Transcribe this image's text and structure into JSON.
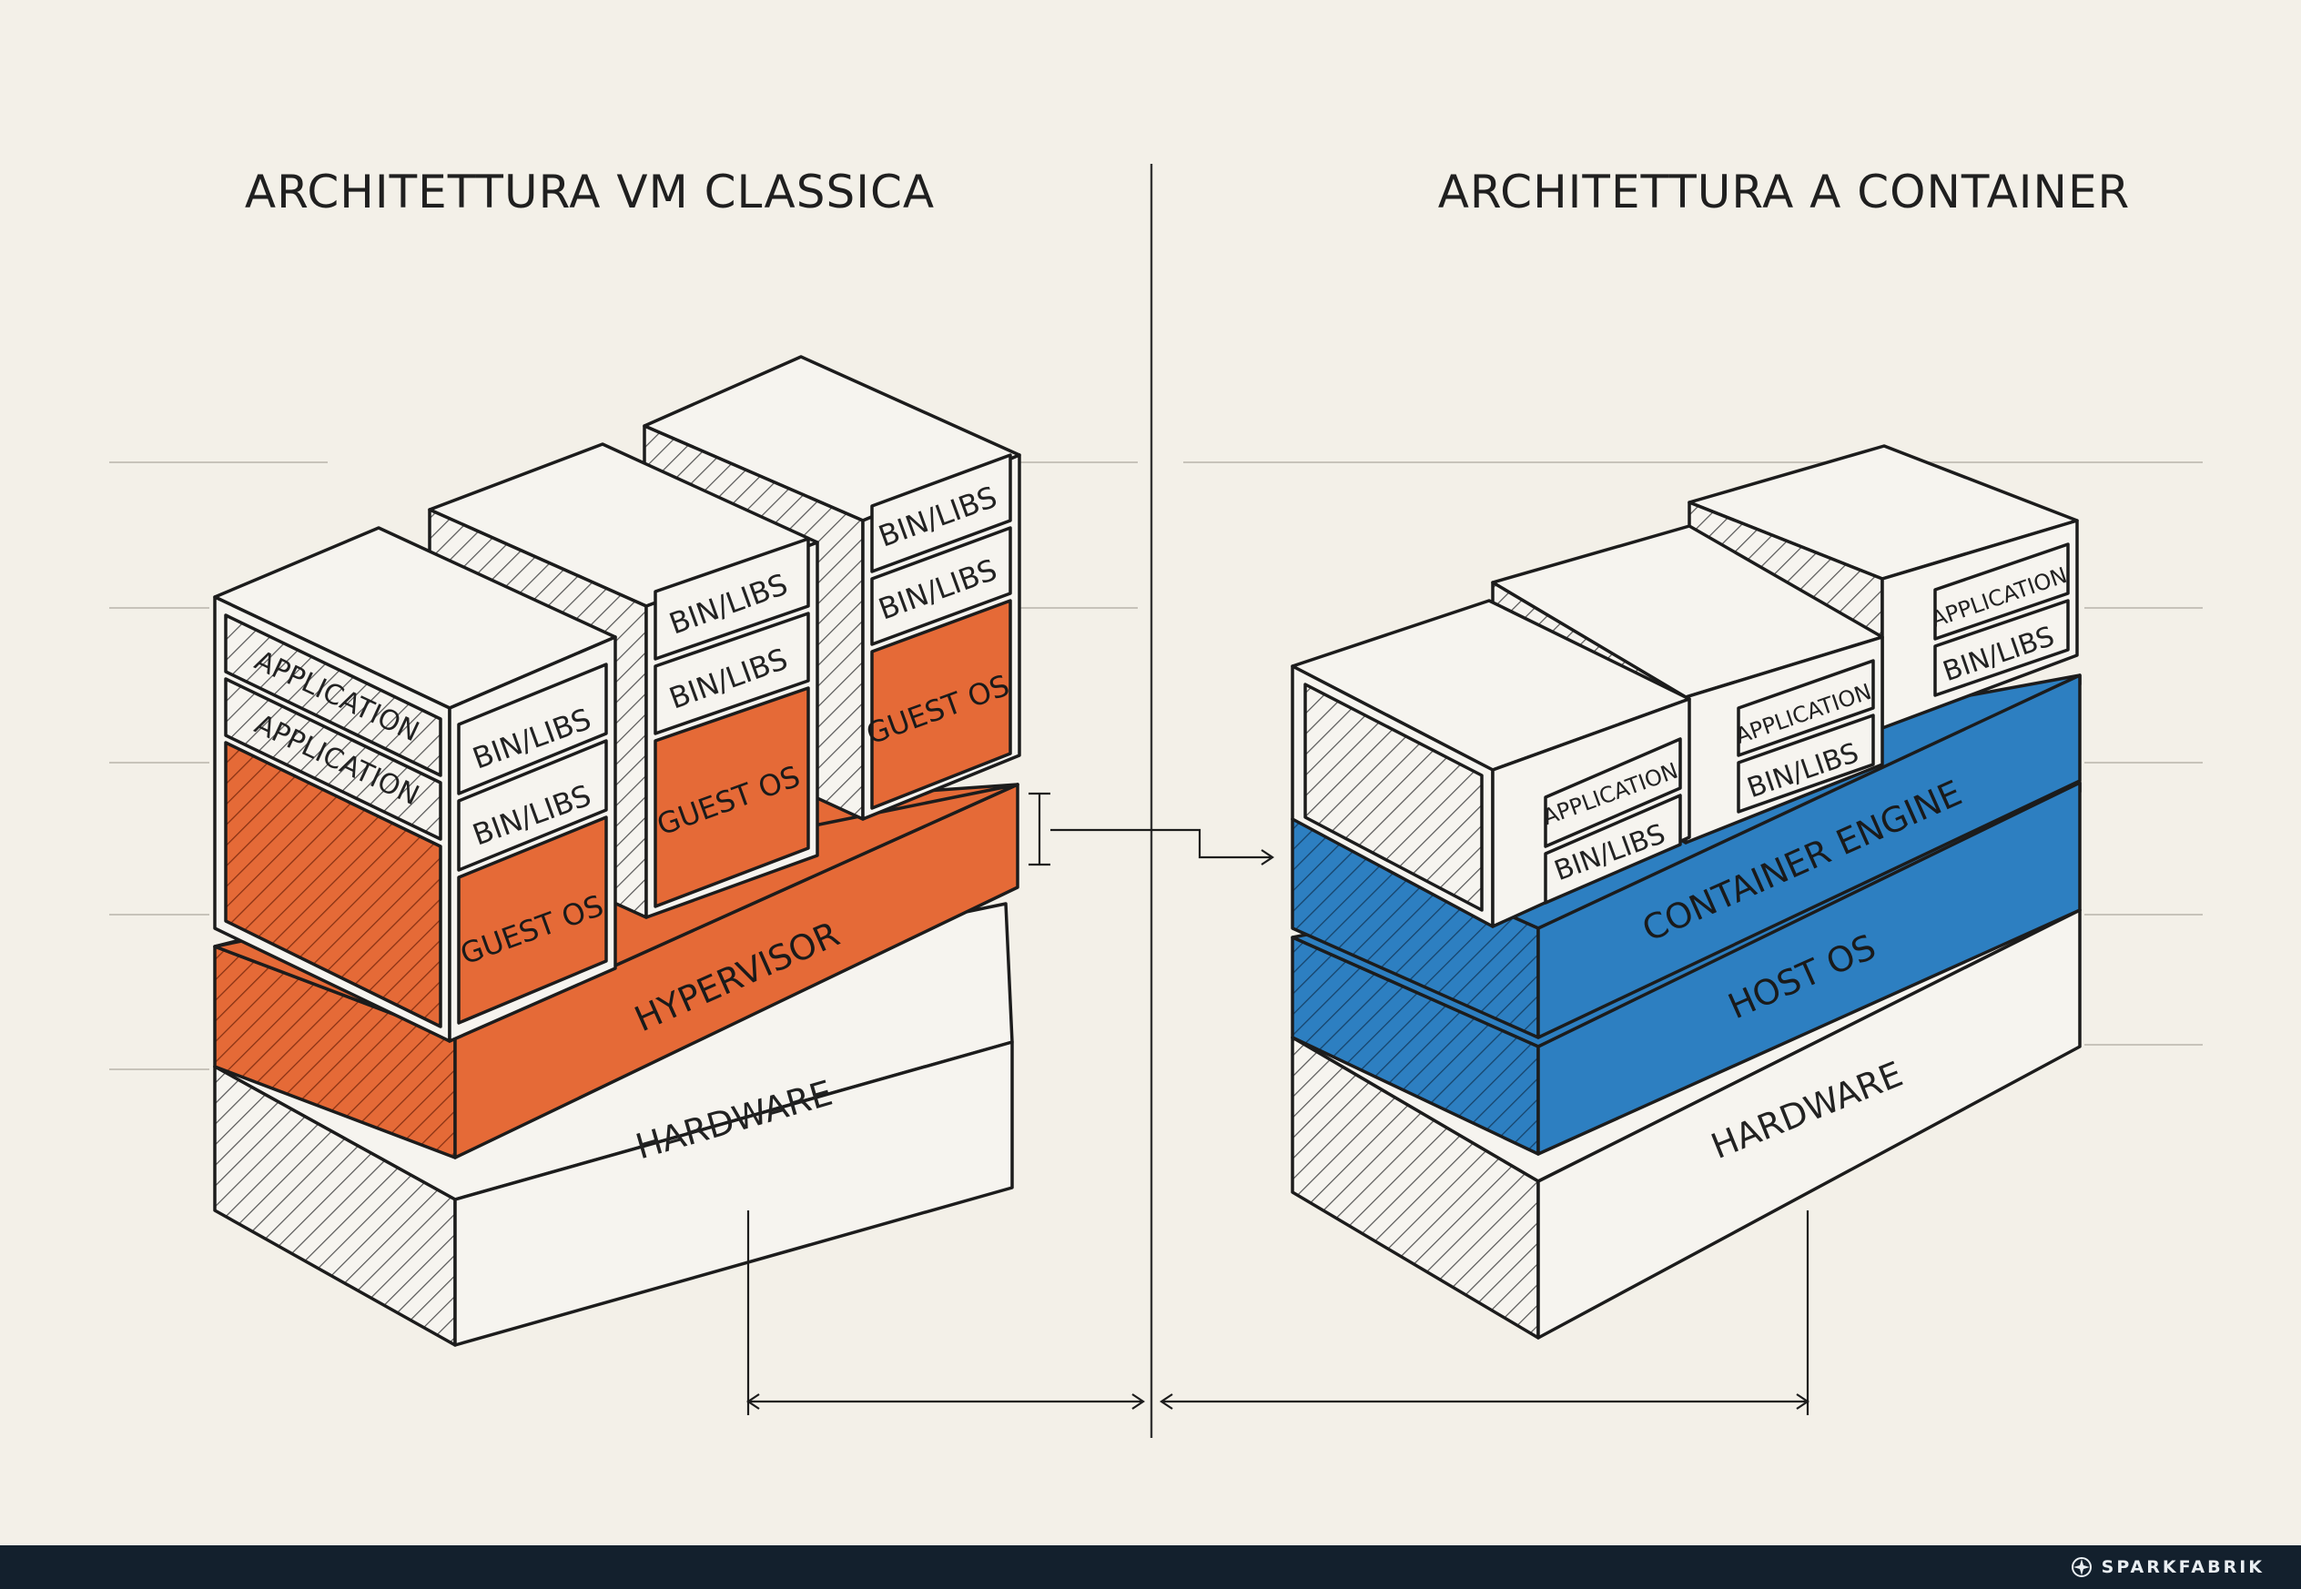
{
  "colors": {
    "background": "#f3f0e8",
    "vm_accent": "#e56a37",
    "container_accent": "#2d7fc1",
    "box_face": "#f6f4ef",
    "footer_bg": "#13202d"
  },
  "left": {
    "title": "ARCHITETTURA VM CLASSICA",
    "hardware": "HARDWARE",
    "hypervisor": "HYPERVISOR",
    "vms": [
      {
        "top_label": "BIN/LIBS",
        "bottom_label": "BIN/LIBS",
        "os_label": "GUEST OS"
      },
      {
        "top_label": "BIN/LIBS",
        "bottom_label": "BIN/LIBS",
        "os_label": "GUEST OS"
      },
      {
        "top_label": "BIN/LIBS",
        "bottom_label": "BIN/LIBS",
        "os_label": "GUEST OS",
        "front_labels": [
          "APPLICATION",
          "APPLICATION"
        ]
      }
    ]
  },
  "right": {
    "title": "ARCHITETTURA A CONTAINER",
    "hardware": "HARDWARE",
    "host_os": "HOST OS",
    "container_engine": "CONTAINER ENGINE",
    "containers": [
      {
        "app_label": "APPLICATION",
        "libs_label": "BIN/LIBS"
      },
      {
        "app_label": "APPLICATION",
        "libs_label": "BIN/LIBS"
      },
      {
        "app_label": "APPLICATION",
        "libs_label": "BIN/LIBS"
      }
    ]
  },
  "footer": {
    "brand": "SPARKFABRIK",
    "logo_icon": "spark-logo-icon"
  }
}
